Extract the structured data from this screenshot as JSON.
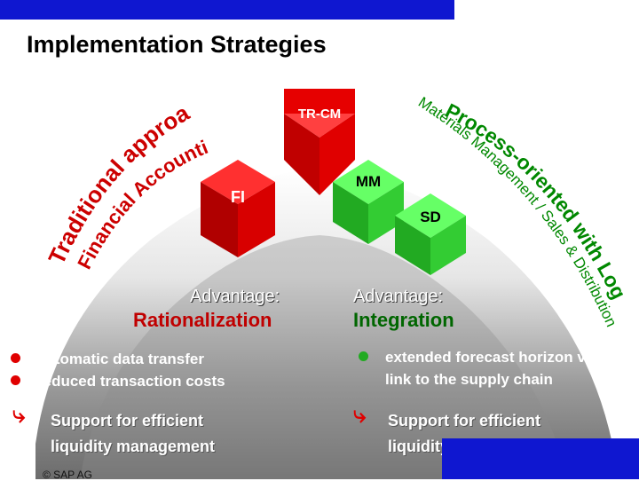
{
  "title": "Implementation Strategies",
  "left_arc": {
    "line1": "Traditional approach with",
    "line2": "Financial Accounting"
  },
  "right_arc": {
    "line1": "Process-oriented with Logistics:",
    "line2": "Materials Management / Sales & Distribution"
  },
  "cubes": {
    "tr_cm": "TR-CM",
    "fi": "FI",
    "mm": "MM",
    "sd": "SD"
  },
  "left": {
    "advantage_label": "Advantage:",
    "advantage": "Rationalization",
    "bullets": [
      "automatic data transfer",
      "reduced transaction costs"
    ],
    "support_line1": "Support for efficient",
    "support_line2": "liquidity management"
  },
  "right": {
    "advantage_label": "Advantage:",
    "advantage": "Integration",
    "bullets": [
      "extended forecast horizon via link to the supply chain"
    ],
    "support_line1": "Support for efficient",
    "support_line2": "liquidity forecasting"
  },
  "copyright": "© SAP AG",
  "colors": {
    "accent_blue": "#0f17d0",
    "red": "#e00000",
    "green": "#33cc33",
    "left_headline": "#c00000",
    "right_headline": "#006600"
  }
}
